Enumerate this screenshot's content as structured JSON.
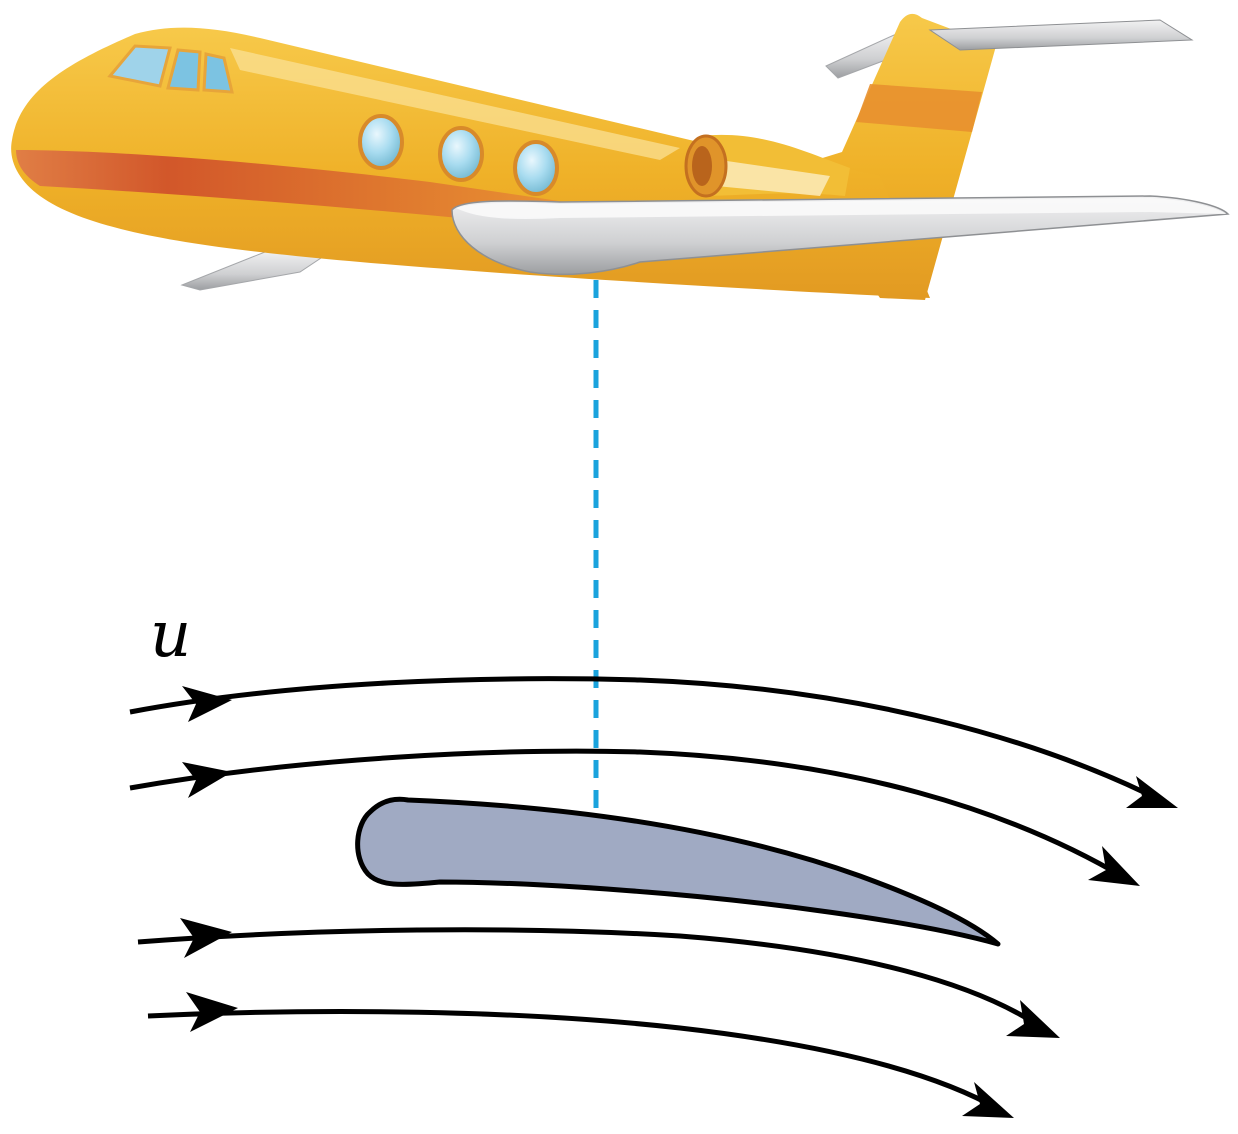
{
  "diagram": {
    "velocity_label": "u",
    "colors": {
      "fuselage": "#EFB128",
      "fuselage_stripe": "#D9682A",
      "tail_stripe": "#E8902F",
      "wing": "#D8D9DB",
      "wing_edge": "#8E9093",
      "window": "#9FD3EA",
      "window_frame": "#D88A2A",
      "guide_line": "#1AA3DD",
      "airfoil": "#A0AAC3",
      "streamline": "#000000"
    },
    "streamlines": [
      {
        "name": "streamline-1"
      },
      {
        "name": "streamline-2"
      },
      {
        "name": "streamline-3"
      },
      {
        "name": "streamline-4"
      }
    ]
  }
}
